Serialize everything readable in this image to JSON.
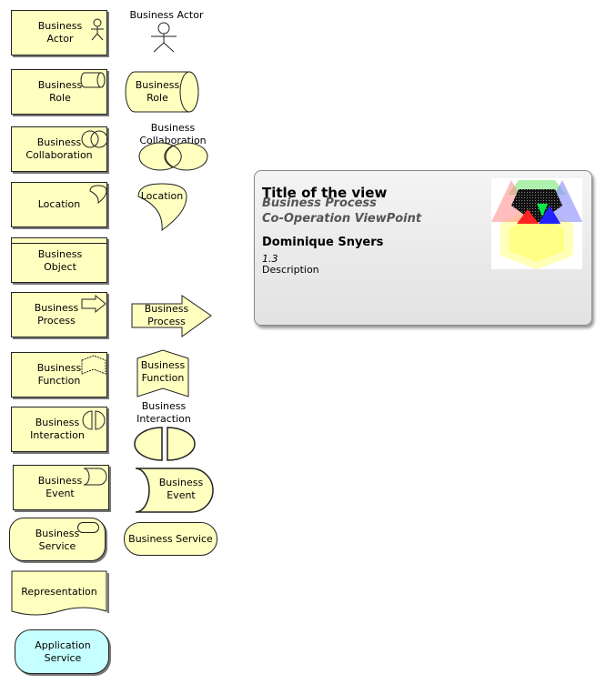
{
  "palette": {
    "business_fill": "#ffffc0",
    "application_fill": "#c6ffff",
    "border": "#222222"
  },
  "left_column": {
    "business_actor": "Business\nActor",
    "business_role": "Business\nRole",
    "business_collaboration": "Business\nCollaboration",
    "location": "Location",
    "business_object": "Business\nObject",
    "business_process": "Business\nProcess",
    "business_function": "Business\nFunction",
    "business_interaction": "Business\nInteraction",
    "business_event": "Business\nEvent",
    "business_service": "Business\nService",
    "representation": "Representation",
    "application_service": "Application\nService"
  },
  "right_column": {
    "business_actor": "Business Actor",
    "business_role": "Business\nRole",
    "business_collaboration": "Business\nCollaboration",
    "location": "Location",
    "business_process": "Business\nProcess",
    "business_function": "Business\nFunction",
    "business_interaction": "Business\nInteraction",
    "business_event": "Business\nEvent",
    "business_service": "Business Service"
  },
  "view_card": {
    "title": "Title of the view",
    "subtitle": "Business Process\nCo-Operation ViewPoint",
    "author": "Dominique Snyers",
    "version": "1.3",
    "description": "Description",
    "logo_icon": "viewpoint-logo-icon"
  }
}
